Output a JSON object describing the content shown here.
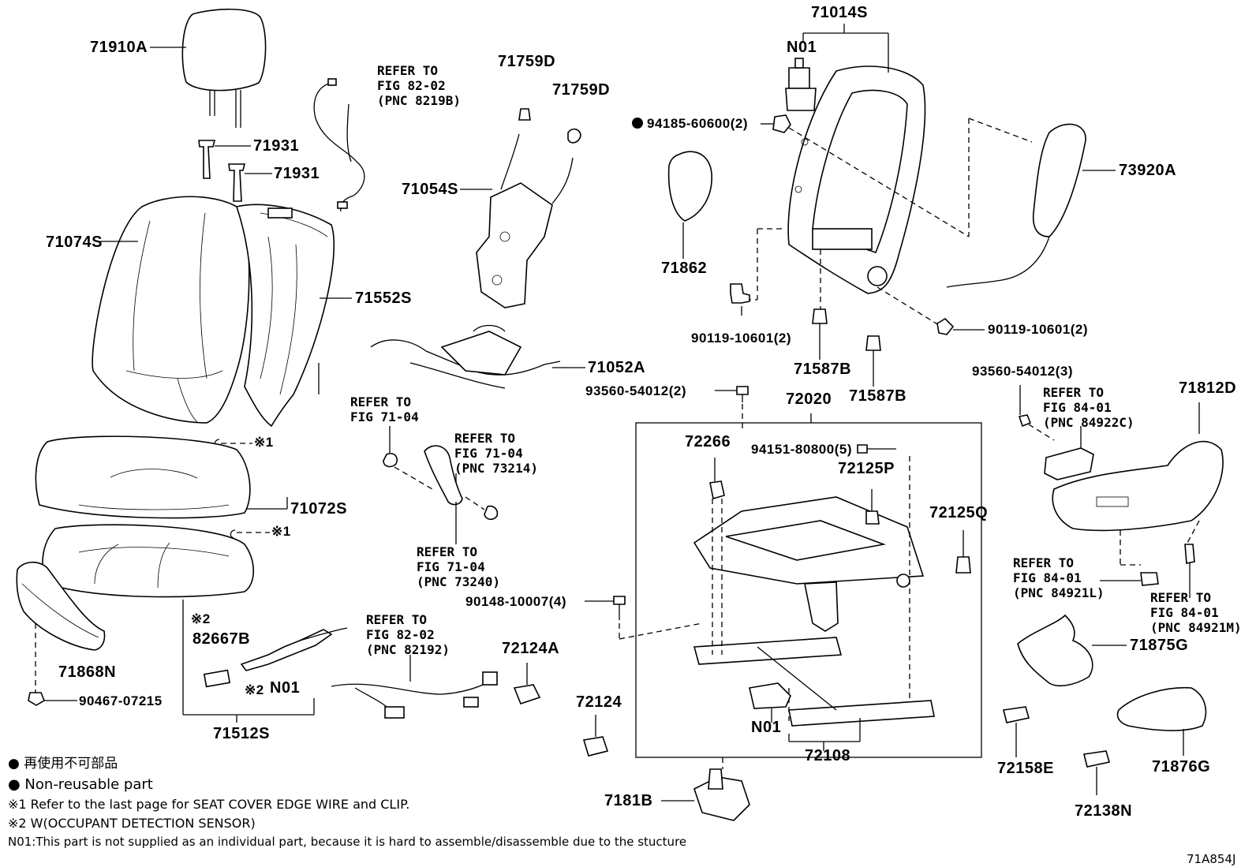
{
  "parts": {
    "p71910A": "71910A",
    "p71931a": "71931",
    "p71931b": "71931",
    "p71074S": "71074S",
    "p71552S": "71552S",
    "p71759Da": "71759D",
    "p71759Db": "71759D",
    "p71054S": "71054S",
    "p71052A": "71052A",
    "p71014S": "71014S",
    "pN01top": "N01",
    "p94185": "94185-60600(2)",
    "p73920A": "73920A",
    "p71862": "71862",
    "p90119a": "90119-10601(2)",
    "p90119b": "90119-10601(2)",
    "p71587Ba": "71587B",
    "p71587Bb": "71587B",
    "p93560a": "93560-54012(2)",
    "p72020": "72020",
    "p93560b": "93560-54012(3)",
    "p71812D": "71812D",
    "p72266": "72266",
    "p94151": "94151-80800(5)",
    "p72125P": "72125P",
    "p72125Q": "72125Q",
    "p71072S": "71072S",
    "p71868N": "71868N",
    "p90467": "90467-07215",
    "p82667B": "82667B",
    "pN01a": "N01",
    "p71512S": "71512S",
    "p72124A": "72124A",
    "p72124": "72124",
    "p90148": "90148-10007(4)",
    "p7181B": "7181B",
    "pN01b": "N01",
    "p72108": "72108",
    "p71875G": "71875G",
    "p71876G": "71876G",
    "p72158E": "72158E",
    "p72138N": "72138N"
  },
  "refs": {
    "r1": "REFER TO\nFIG 82-02\n(PNC 8219B)",
    "r2": "REFER TO\nFIG 71-04",
    "r3": "REFER TO\nFIG 71-04\n(PNC 73214)",
    "r4": "REFER TO\nFIG 71-04\n(PNC 73240)",
    "r5": "REFER TO\nFIG 82-02\n(PNC 82192)",
    "r6": "REFER TO\nFIG 84-01\n(PNC 84922C)",
    "r7": "REFER TO\nFIG 84-01\n(PNC 84921L)",
    "r8": "REFER TO\nFIG 84-01\n(PNC 84921M)"
  },
  "marks": {
    "m1a": "※1",
    "m1b": "※1",
    "m2a": "※2",
    "m2b": "※2"
  },
  "legend": {
    "jp": "● 再使用不可部品",
    "en": "● Non-reusable part",
    "note1": "※1 Refer to the last page for SEAT COVER EDGE WIRE and CLIP.",
    "note2": "※2  W(OCCUPANT DETECTION SENSOR)",
    "note3": "N01:This part is not supplied as an individual part, because it is hard to assemble/disassemble due to the stucture"
  },
  "diagram_code": "71A854J"
}
